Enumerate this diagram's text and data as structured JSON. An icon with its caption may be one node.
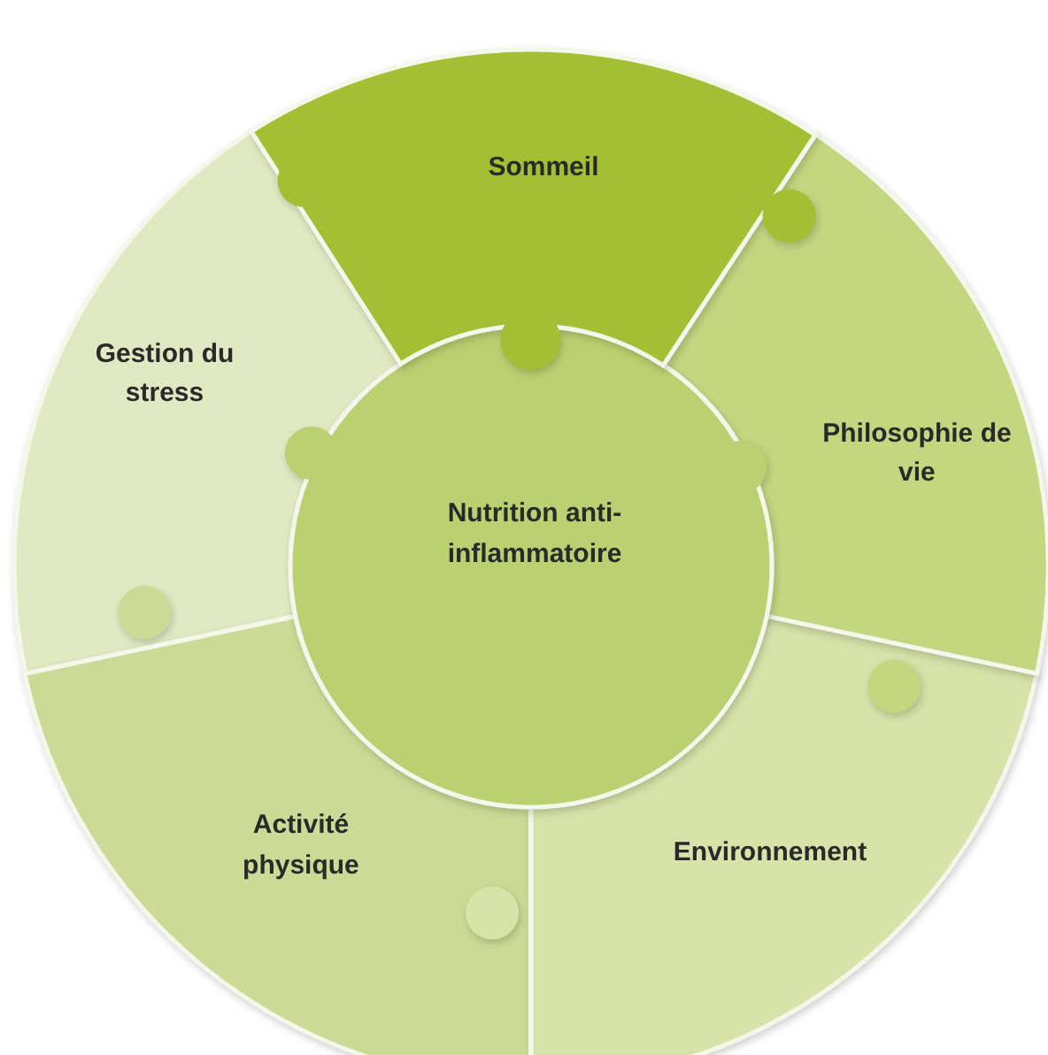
{
  "diagram": {
    "nodes": [
      {
        "text": [
          "Sommeil"
        ]
      },
      {
        "text": [
          "Gestion du stress"
        ]
      },
      {
        "text": [
          "Philosophie de vie"
        ]
      },
      {
        "text": [
          "Nutrition anti-inflammatoire"
        ]
      },
      {
        "text": [
          "Activité physique"
        ]
      },
      {
        "text": [
          "Environnement"
        ]
      }
    ]
  }
}
